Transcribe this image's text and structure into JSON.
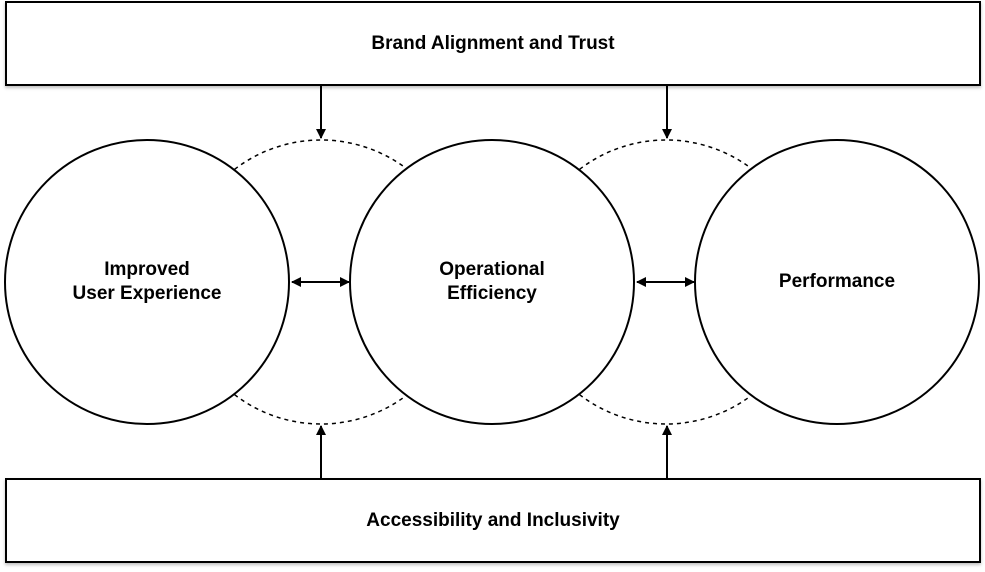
{
  "top_box": {
    "label": "Brand Alignment and Trust"
  },
  "bottom_box": {
    "label": "Accessibility and Inclusivity"
  },
  "circles": [
    {
      "line1": "Improved",
      "line2": "User Experience"
    },
    {
      "line1": "Operational",
      "line2": "Efficiency"
    },
    {
      "line1": "Performance",
      "line2": ""
    }
  ]
}
